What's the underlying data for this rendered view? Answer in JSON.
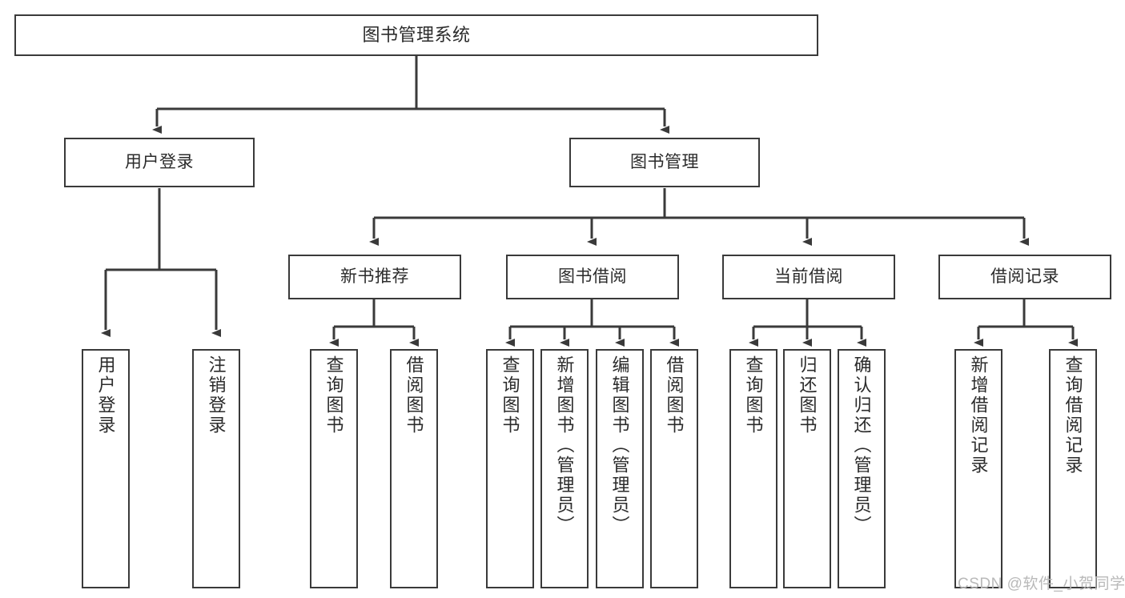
{
  "diagram": {
    "title": "图书管理系统",
    "type": "tree",
    "stroke_color": "#3a3a3a",
    "text_color": "#2b2b2b",
    "background_color": "#ffffff",
    "nodes": {
      "root": {
        "label": "图书管理系统"
      },
      "level2": [
        {
          "id": "user-login",
          "label": "用户登录"
        },
        {
          "id": "book-management",
          "label": "图书管理"
        }
      ],
      "level3": [
        {
          "id": "new-book-recommend",
          "label": "新书推荐"
        },
        {
          "id": "book-borrow",
          "label": "图书借阅"
        },
        {
          "id": "current-borrow",
          "label": "当前借阅"
        },
        {
          "id": "borrow-record",
          "label": "借阅记录"
        }
      ],
      "leaves": {
        "user_login": [
          {
            "id": "leaf-user-login",
            "label": "用户登录"
          },
          {
            "id": "leaf-logout-login",
            "label": "注销登录"
          }
        ],
        "new_book_recommend": [
          {
            "id": "leaf-query-book-1",
            "label": "查询图书"
          },
          {
            "id": "leaf-borrow-book-1",
            "label": "借阅图书"
          }
        ],
        "book_borrow": [
          {
            "id": "leaf-query-book-2",
            "label": "查询图书"
          },
          {
            "id": "leaf-add-book",
            "label": "新增图书（管理员）"
          },
          {
            "id": "leaf-edit-book",
            "label": "编辑图书（管理员）"
          },
          {
            "id": "leaf-borrow-book-2",
            "label": "借阅图书"
          }
        ],
        "current_borrow": [
          {
            "id": "leaf-query-book-3",
            "label": "查询图书"
          },
          {
            "id": "leaf-return-book",
            "label": "归还图书"
          },
          {
            "id": "leaf-confirm-return",
            "label": "确认归还（管理员）"
          }
        ],
        "borrow_record": [
          {
            "id": "leaf-add-borrow-record",
            "label": "新增借阅记录"
          },
          {
            "id": "leaf-query-borrow-record",
            "label": "查询借阅记录"
          }
        ]
      }
    }
  },
  "watermark": {
    "text": "CSDN @软件_小贺同学",
    "color": "#b9b9b9"
  }
}
